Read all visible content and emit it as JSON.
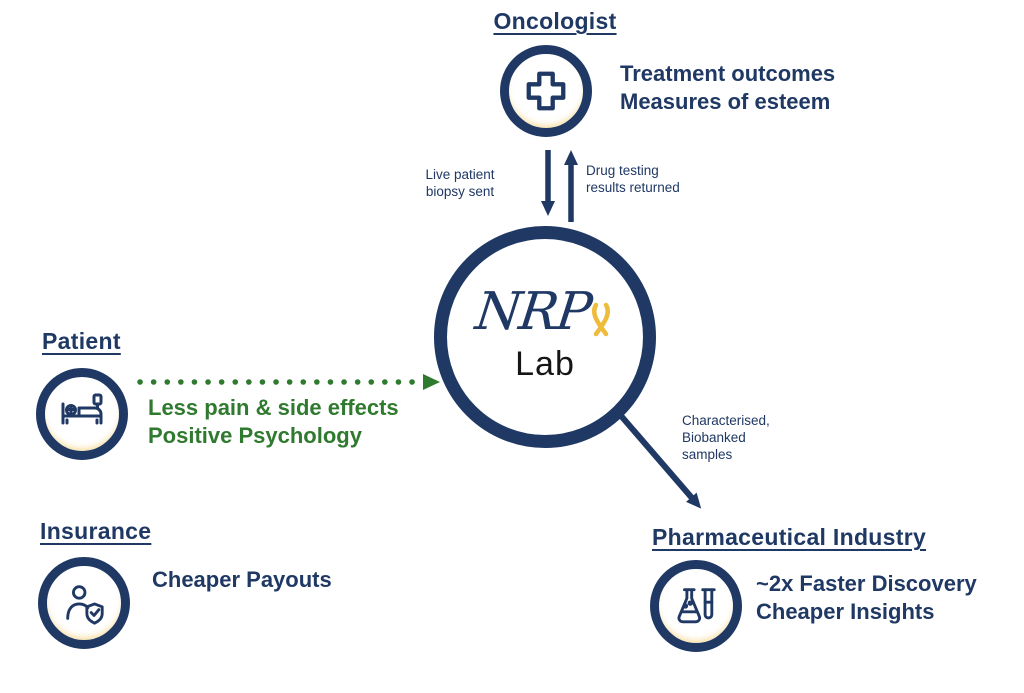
{
  "colors": {
    "navy": "#1f3864",
    "green": "#2f7a2e",
    "gold": "#eebc3c"
  },
  "center": {
    "logo_text": "NRP",
    "label": "Lab"
  },
  "oncologist": {
    "title": "Oncologist",
    "line1": "Treatment outcomes",
    "line2": "Measures of esteem"
  },
  "patient": {
    "title": "Patient",
    "line1": "Less pain & side effects",
    "line2": "Positive Psychology"
  },
  "insurance": {
    "title": "Insurance",
    "line1": "Cheaper Payouts"
  },
  "pharma": {
    "title": "Pharmaceutical Industry",
    "line1": "~2x Faster Discovery",
    "line2": "Cheaper Insights"
  },
  "arrow_labels": {
    "biopsy": "Live patient\nbiopsy sent",
    "results": "Drug testing\nresults returned",
    "samples": "Characterised,\nBiobanked\nsamples"
  },
  "icons": {
    "oncologist": "medical-cross-icon",
    "patient": "patient-bed-icon",
    "insurance": "person-shield-icon",
    "pharma": "lab-flask-icon",
    "center": "ribbon-icon"
  }
}
